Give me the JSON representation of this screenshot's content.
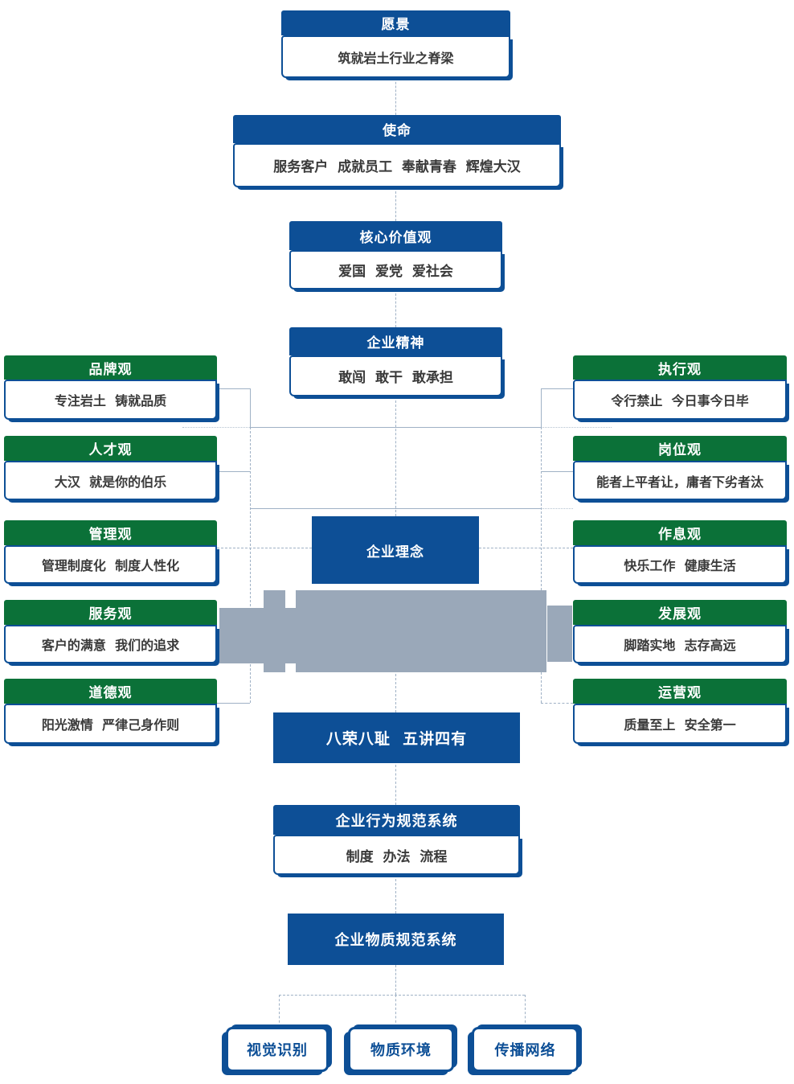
{
  "palette": {
    "blue": "#0d4f96",
    "green": "#0b7138",
    "gray_arrow": "#9aa8b9",
    "connector_line": "#9fb1c5",
    "body_text": "#3a3a3a"
  },
  "boxes": {
    "vision": {
      "title": "愿景",
      "body": "筑就岩土行业之脊梁"
    },
    "mission": {
      "title": "使命",
      "body": "服务客户  成就员工  奉献青春  辉煌大汉"
    },
    "core_values": {
      "title": "核心价值观",
      "body": "爱国  爱党  爱社会"
    },
    "spirit": {
      "title": "企业精神",
      "body": "敢闯  敢干  敢承担"
    },
    "philosophy": {
      "title": "企业理念"
    },
    "eight_honors": {
      "title": "八荣八耻  五讲四有"
    },
    "behavior_system": {
      "title": "企业行为规范系统",
      "body": "制度  办法  流程"
    },
    "material_system": {
      "title": "企业物质规范系统"
    },
    "brand": {
      "title": "品牌观",
      "body": "专注岩土  铸就品质"
    },
    "talent": {
      "title": "人才观",
      "body": "大汉  就是你的伯乐"
    },
    "management": {
      "title": "管理观",
      "body": "管理制度化  制度人性化"
    },
    "service": {
      "title": "服务观",
      "body": "客户的满意  我们的追求"
    },
    "morality": {
      "title": "道德观",
      "body": "阳光激情  严律己身作则"
    },
    "execution": {
      "title": "执行观",
      "body": "令行禁止  今日事今日毕"
    },
    "position": {
      "title": "岗位观",
      "body": "能者上平者让，庸者下劣者汰"
    },
    "work_rest": {
      "title": "作息观",
      "body": "快乐工作  健康生活"
    },
    "development": {
      "title": "发展观",
      "body": "脚踏实地  志存高远"
    },
    "operation": {
      "title": "运营观",
      "body": "质量至上  安全第一"
    },
    "visual_identity": {
      "title": "视觉识别"
    },
    "material_env": {
      "title": "物质环境"
    },
    "comm_network": {
      "title": "传播网络"
    }
  }
}
